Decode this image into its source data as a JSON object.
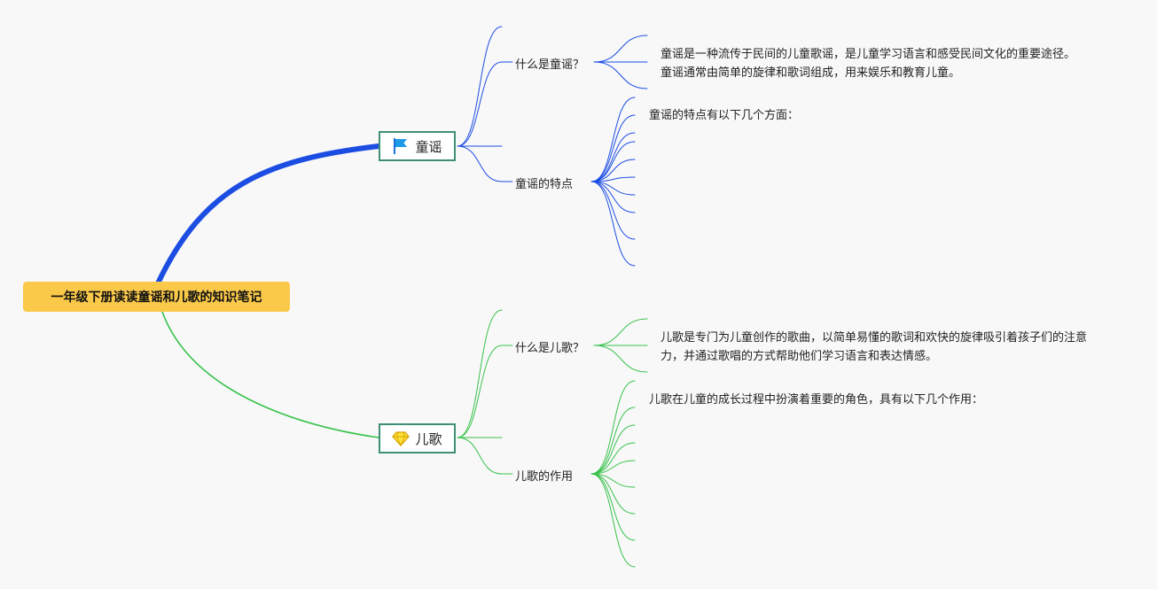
{
  "root": {
    "label": "一年级下册读读童谣和儿歌的知识笔记"
  },
  "topics": [
    {
      "label": "童谣",
      "icon": "blue-flag-icon",
      "color": "#1c4de3",
      "children": [
        {
          "label": "什么是童谣？",
          "text": "童谣是一种流传于民间的儿童歌谣，是儿童学习语言和感受民间文化的重要途径。童谣通常由简单的旋律和歌词组成，用来娱乐和教育儿童。"
        },
        {
          "label": "童谣的特点",
          "text": "童谣的特点有以下几个方面："
        }
      ]
    },
    {
      "label": "儿歌",
      "icon": "yellow-diamond-icon",
      "color": "#38c24a",
      "children": [
        {
          "label": "什么是儿歌？",
          "text": "儿歌是专门为儿童创作的歌曲，以简单易懂的歌词和欢快的旋律吸引着孩子们的注意力，并通过歌唱的方式帮助他们学习语言和表达情感。"
        },
        {
          "label": "儿歌的作用",
          "text": "儿歌在儿童的成长过程中扮演着重要的角色，具有以下几个作用："
        }
      ]
    }
  ]
}
